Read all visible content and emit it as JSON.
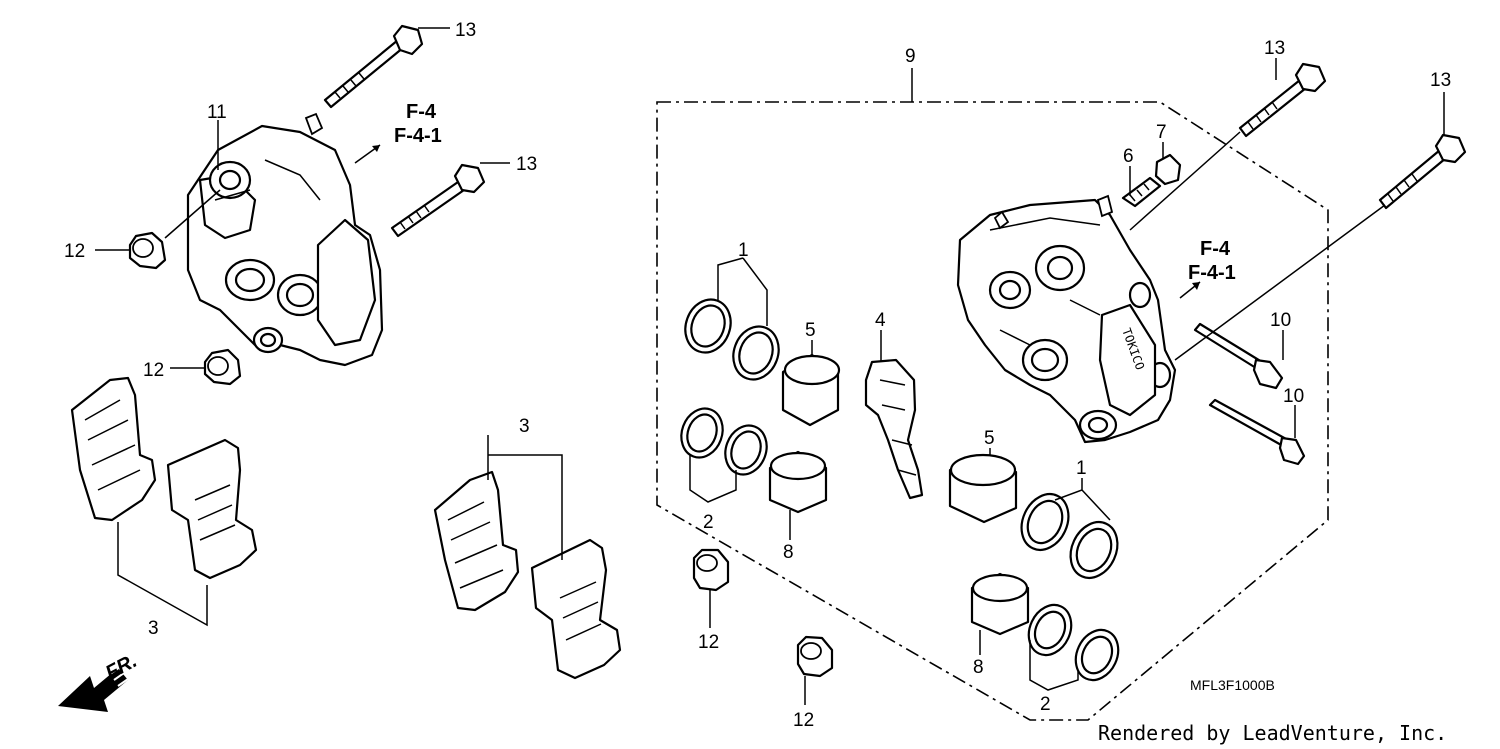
{
  "callouts": {
    "c13_a": "13",
    "c13_b": "13",
    "c13_c": "13",
    "c13_d": "13",
    "c11": "11",
    "c12_a": "12",
    "c12_b": "12",
    "c12_c": "12",
    "c12_d": "12",
    "c3_a": "3",
    "c3_b": "3",
    "c9": "9",
    "c1_a": "1",
    "c1_b": "1",
    "c2_a": "2",
    "c2_b": "2",
    "c5_a": "5",
    "c5_b": "5",
    "c4": "4",
    "c6": "6",
    "c7": "7",
    "c8_a": "8",
    "c8_b": "8",
    "c10_a": "10",
    "c10_b": "10"
  },
  "refs": {
    "ref_left_1": "F-4",
    "ref_left_2": "F-4-1",
    "ref_right_1": "F-4",
    "ref_right_2": "F-4-1"
  },
  "direction_label": "FR.",
  "caliper_marking": "TOKICO",
  "diagram_code": "MFL3F1000B",
  "credit": "Rendered by LeadVenture, Inc."
}
